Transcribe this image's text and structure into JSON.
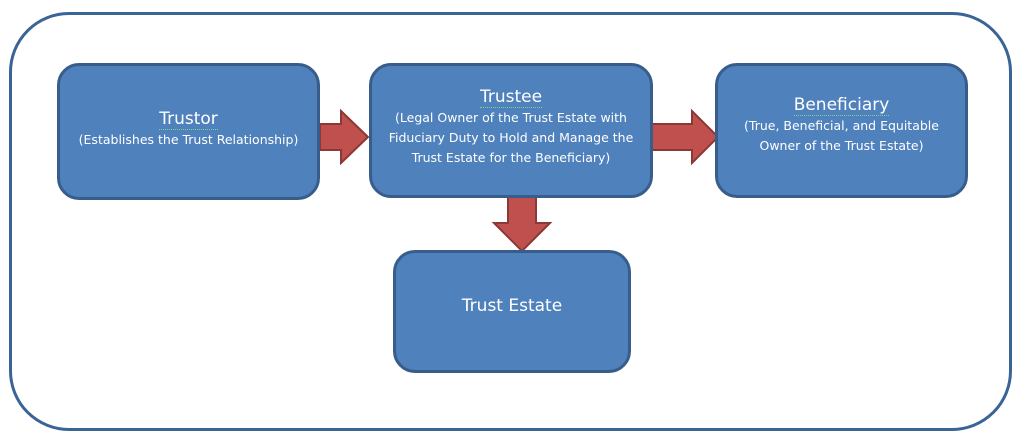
{
  "diagram": {
    "nodes": {
      "trustor": {
        "title": "Trustor",
        "description": "(Establishes the Trust Relationship)"
      },
      "trustee": {
        "title": "Trustee",
        "description_lines": [
          "(Legal Owner of the Trust Estate with",
          "Fiduciary Duty to Hold and Manage the",
          "Trust Estate for the Beneficiary)"
        ]
      },
      "beneficiary": {
        "title": "Beneficiary",
        "description_lines": [
          "(True, Beneficial, and Equitable",
          "Owner of the Trust Estate)"
        ]
      },
      "trust_estate": {
        "title": "Trust Estate"
      }
    },
    "edges": [
      {
        "from": "Trustor",
        "to": "Trustee",
        "direction": "right"
      },
      {
        "from": "Trustee",
        "to": "Beneficiary",
        "direction": "right"
      },
      {
        "from": "Trustee",
        "to": "Trust Estate",
        "direction": "down"
      }
    ],
    "colors": {
      "node_fill": "#4f81bd",
      "node_border": "#385d8a",
      "arrow_fill": "#c0504d",
      "arrow_border": "#8c3836",
      "frame_border": "#3a6396"
    }
  }
}
